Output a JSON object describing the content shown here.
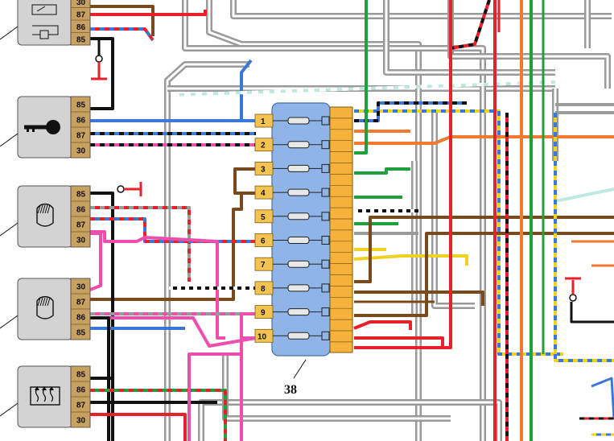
{
  "diagram": {
    "relays": [
      {
        "name": "relay-top",
        "icon": "relay-coil-icon",
        "pins": [
          "30",
          "87",
          "86",
          "85"
        ]
      },
      {
        "name": "relay-ignition",
        "icon": "key-icon",
        "pins": [
          "85",
          "86",
          "87",
          "30"
        ]
      },
      {
        "name": "relay-high-beam",
        "icon": "high-beam-lamp-icon",
        "pins": [
          "85",
          "86",
          "87",
          "30"
        ]
      },
      {
        "name": "relay-low-beam",
        "icon": "low-beam-lamp-icon",
        "pins": [
          "30",
          "87",
          "86",
          "85"
        ]
      },
      {
        "name": "relay-rear-defrost",
        "icon": "rear-window-heater-icon",
        "pins": [
          "85",
          "86",
          "87",
          "30"
        ]
      }
    ],
    "fuse_block": {
      "label": "38",
      "fuses": [
        "1",
        "2",
        "3",
        "4",
        "5",
        "6",
        "7",
        "8",
        "9",
        "10"
      ]
    },
    "colors": {
      "relay_body": "#d3d3d3",
      "pin_block": "#c8a060",
      "fuse_block": "#8fb4e8",
      "terminal": "#f7b23b",
      "fuse_tab": "#f5c450",
      "gray_wire": "#9a9a9a",
      "red_wire": "#e8202a",
      "pink_wire": "#ee4fae",
      "blue_wire": "#3a78d8",
      "brown_wire": "#7a4a1c",
      "green_wire": "#1fa03a",
      "yellow_wire": "#f0d020",
      "orange_wire": "#f07a30",
      "black_wire": "#111111"
    }
  }
}
